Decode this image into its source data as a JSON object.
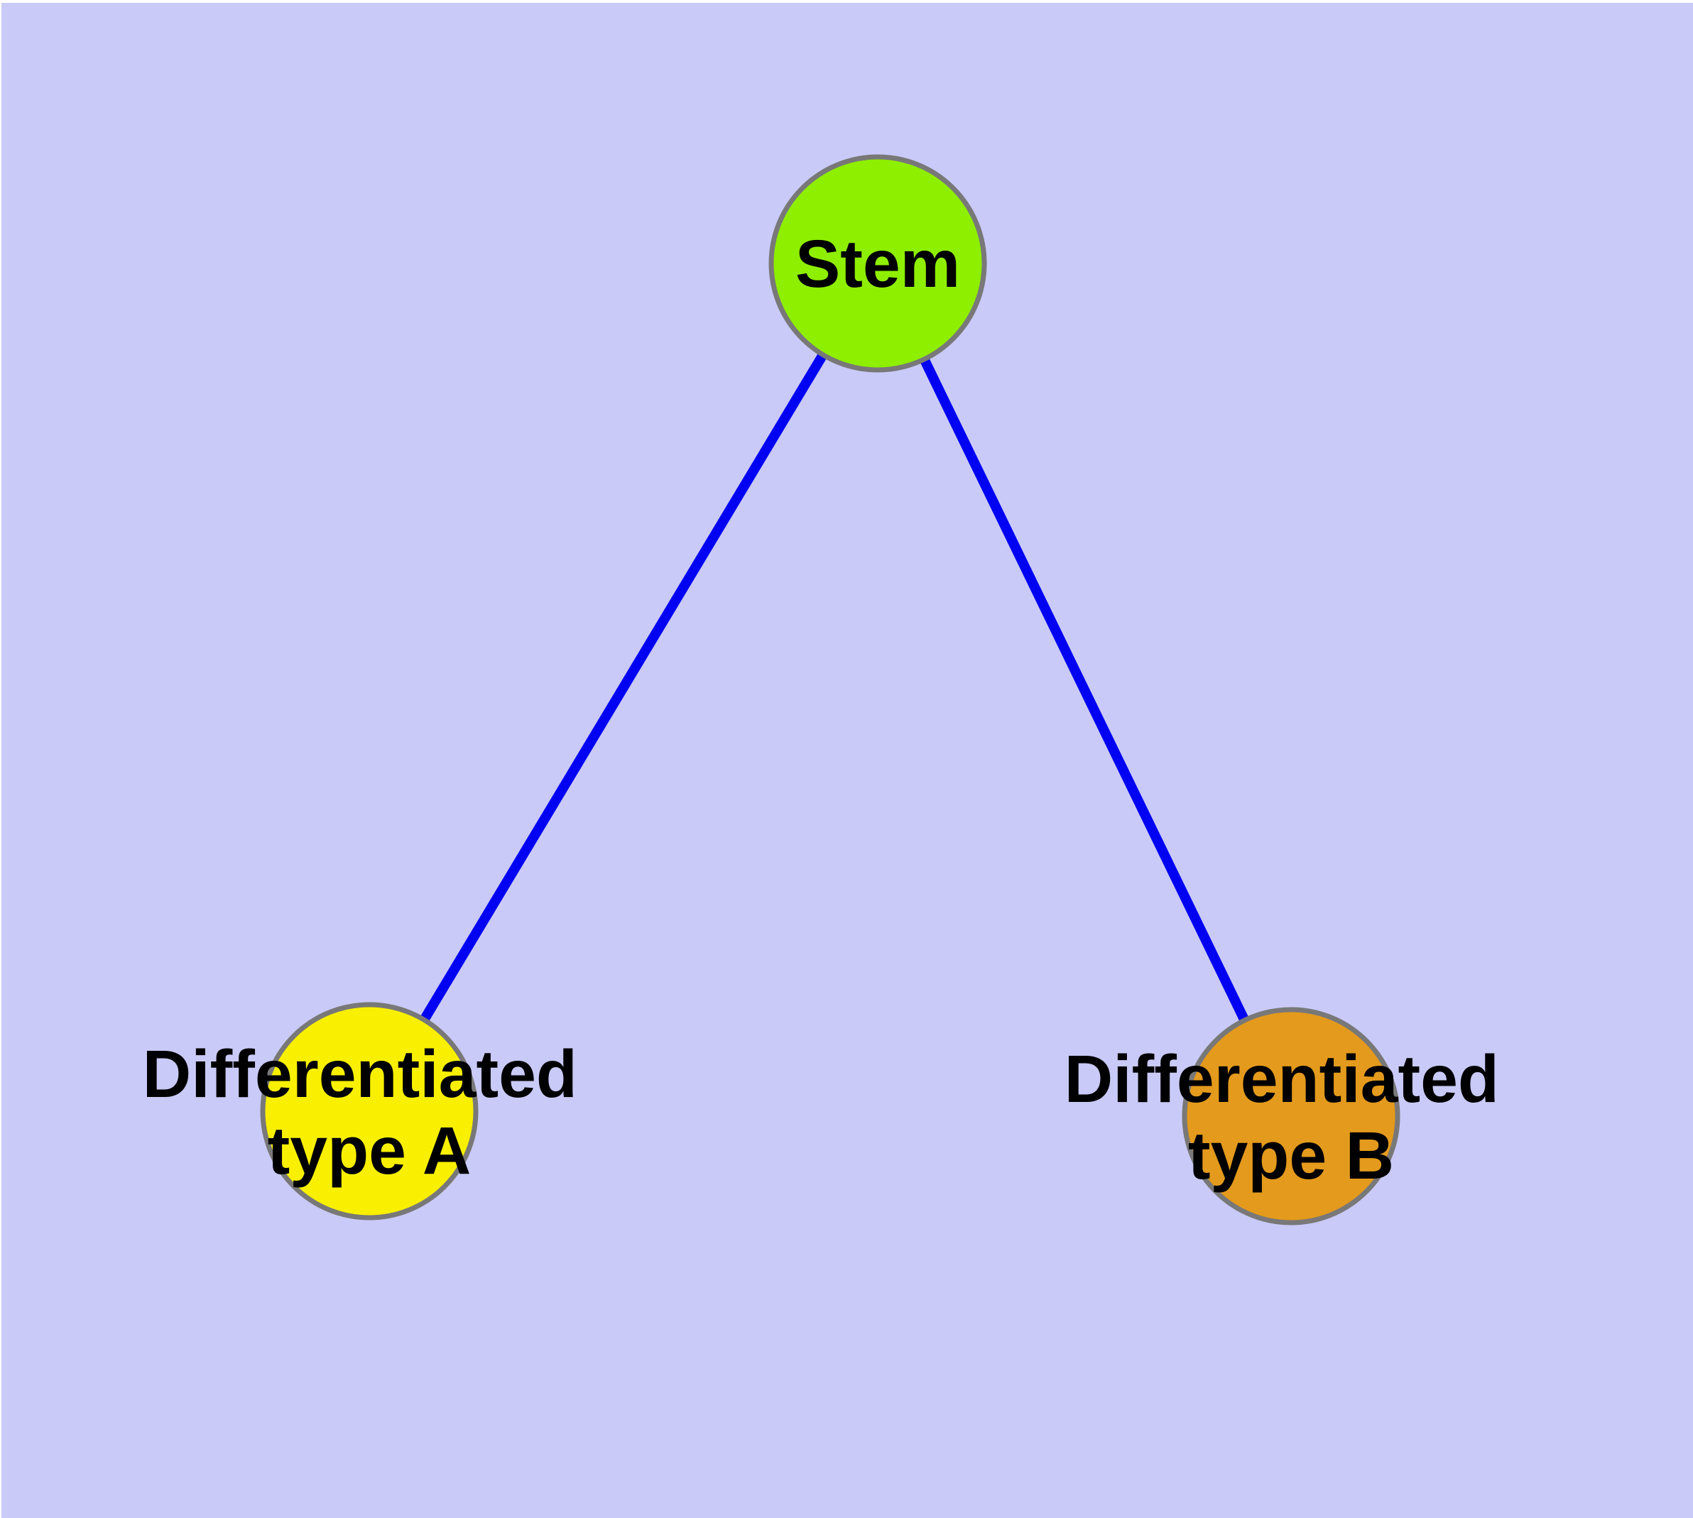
{
  "diagram": {
    "type": "graph",
    "background_color": "#CACAF8",
    "margin_color": "#FFFFFF",
    "edge_color": "#0202F2",
    "node_border_color": "#787878",
    "text_color": "#000000",
    "nodes": [
      {
        "id": "stem",
        "label": "Stem",
        "lines": [
          "Stem"
        ],
        "fill": "#8EEF00"
      },
      {
        "id": "differentiated-type-a",
        "label": "Differentiated type A",
        "lines": [
          "Differentiated",
          "type A"
        ],
        "fill": "#F8F000"
      },
      {
        "id": "differentiated-type-b",
        "label": "Differentiated type B",
        "lines": [
          "Differentiated",
          "type B"
        ],
        "fill": "#E49A1C"
      }
    ],
    "edges": [
      {
        "from": "Stem",
        "to": "Differentiated type A"
      },
      {
        "from": "Stem",
        "to": "Differentiated type B"
      }
    ]
  }
}
